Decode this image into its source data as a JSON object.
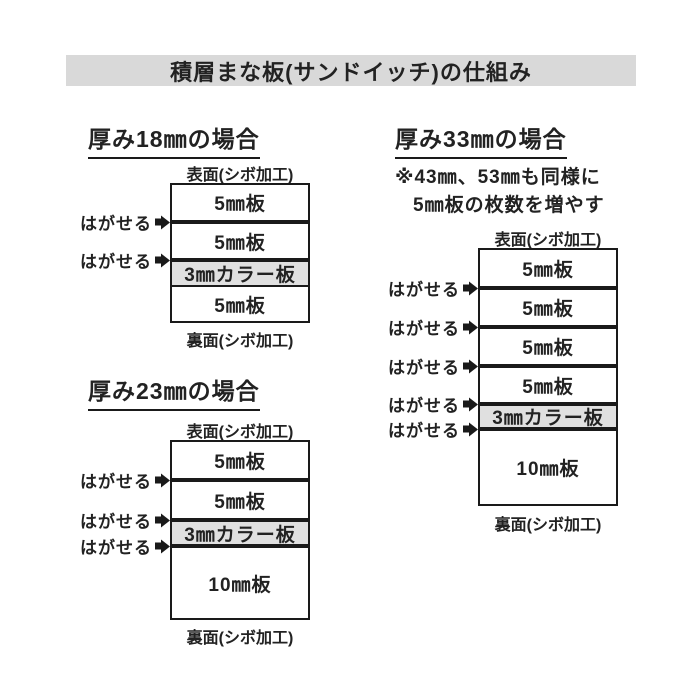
{
  "title": "積層まな板(サンドイッチ)の仕組み",
  "labels": {
    "front": "表面(シボ加工)",
    "back": "裏面(シボ加工)",
    "peel": "はがせる"
  },
  "diagrams": [
    {
      "heading": "厚み18㎜の場合",
      "layers": [
        {
          "label": "5㎜板"
        },
        {
          "label": "5㎜板"
        },
        {
          "label": "3㎜カラー板"
        },
        {
          "label": "5㎜板"
        }
      ],
      "peel_count": 2
    },
    {
      "heading": "厚み23㎜の場合",
      "layers": [
        {
          "label": "5㎜板"
        },
        {
          "label": "5㎜板"
        },
        {
          "label": "3㎜カラー板"
        },
        {
          "label": "10㎜板"
        }
      ],
      "peel_count": 3
    },
    {
      "heading": "厚み33㎜の場合",
      "note_line1": "※43㎜、53㎜も同様に",
      "note_line2": "5㎜板の枚数を増やす",
      "layers": [
        {
          "label": "5㎜板"
        },
        {
          "label": "5㎜板"
        },
        {
          "label": "5㎜板"
        },
        {
          "label": "5㎜板"
        },
        {
          "label": "3㎜カラー板"
        },
        {
          "label": "10㎜板"
        }
      ],
      "peel_count": 5
    }
  ],
  "colors": {
    "page_bg": "#ffffff",
    "title_bar_bg": "#d9d9d9",
    "color_layer_bg": "#e0e0e0",
    "line_color": "#1a1a1a",
    "text_color": "#222222"
  }
}
